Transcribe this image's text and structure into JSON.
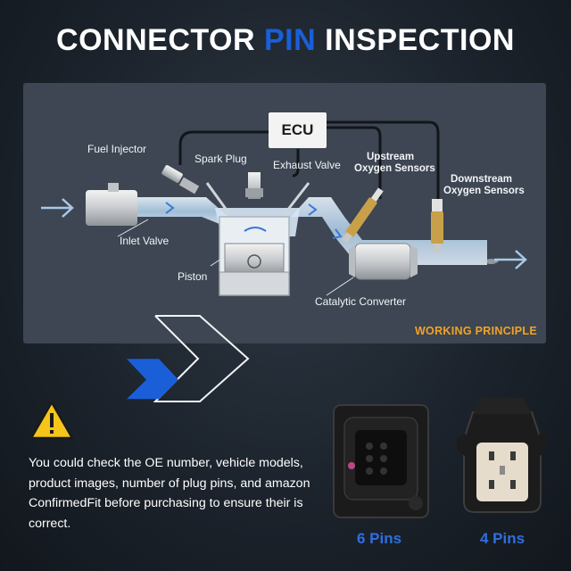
{
  "title": {
    "part1": "CONNECTOR",
    "part2": "PIN",
    "part3": "INSPECTION"
  },
  "diagram": {
    "ecu": "ECU",
    "labels": {
      "fuel_injector": "Fuel Injector",
      "spark_plug": "Spark Plug",
      "exhaust_valve": "Exhaust Valve",
      "upstream_line1": "Upstream",
      "upstream_line2": "Oxygen Sensors",
      "downstream_line1": "Downstream",
      "downstream_line2": "Oxygen Sensors",
      "inlet_valve": "Inlet Valve",
      "piston": "Piston",
      "catalytic_converter": "Catalytic Converter"
    },
    "working_principle": "WORKING PRINCIPLE"
  },
  "notice": {
    "icon": "warning-icon",
    "text": "You could check the OE number, vehicle models, product images, number of plug pins, and amazon ConfirmedFit before purchasing to ensure their is correct."
  },
  "connectors": [
    {
      "label": "6 Pins"
    },
    {
      "label": "4 Pins"
    }
  ],
  "colors": {
    "accent_blue": "#1a5fd8",
    "pins_blue": "#2f6fe0",
    "working_orange": "#f0a326",
    "warning_yellow": "#f5c518"
  }
}
